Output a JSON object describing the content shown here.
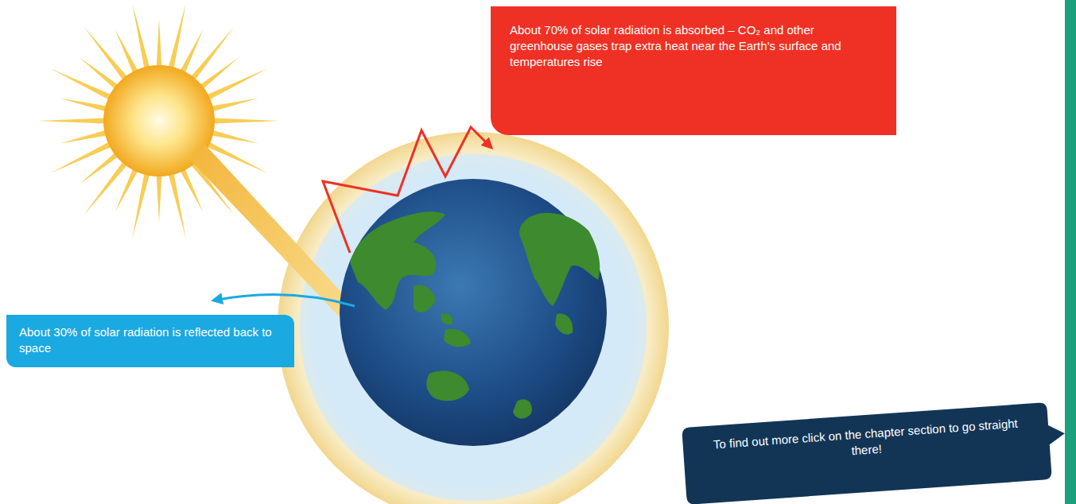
{
  "diagram": {
    "nodes": [
      {
        "text": [
          "About 70% of solar radiation is absorbed – CO₂ and other greenhouse gases trap extra heat near the Earth’s surface and temperatures rise"
        ]
      },
      {
        "text": [
          "About 30% of solar radiation is reflected back to space"
        ]
      },
      {
        "text": [
          "To find out more click on the chapter section to go straight there!"
        ]
      }
    ]
  }
}
